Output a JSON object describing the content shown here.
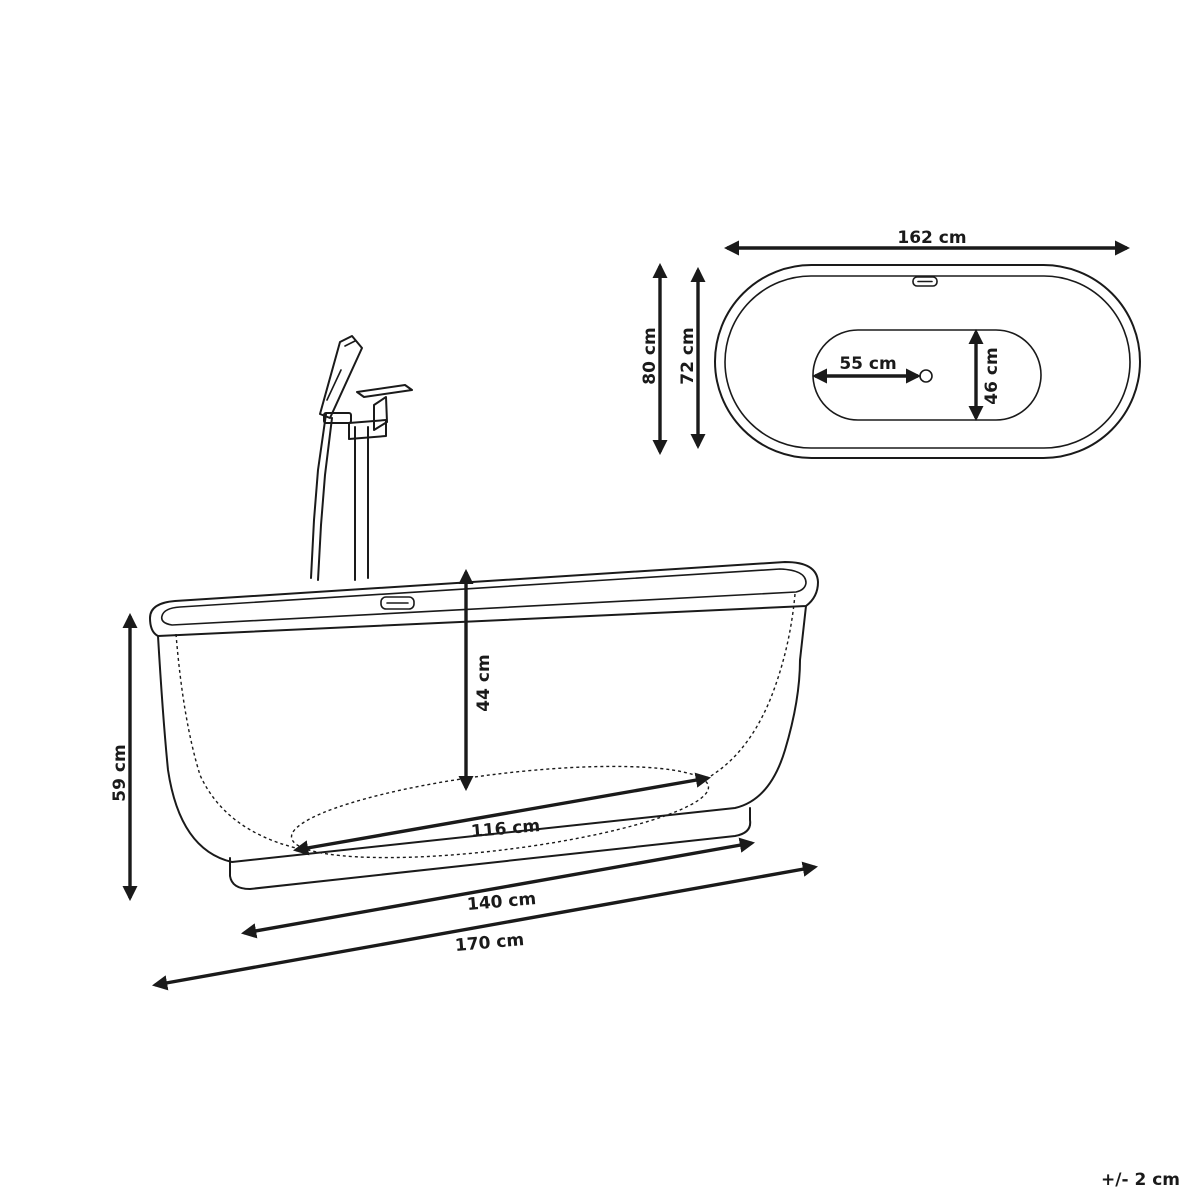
{
  "top_view": {
    "length_label": "162 cm",
    "outer_width_label": "80 cm",
    "inner_width_label": "72 cm",
    "bottom_length_label": "55 cm",
    "bottom_width_label": "46 cm"
  },
  "side_view": {
    "inner_depth_label": "44 cm",
    "total_height_label": "59 cm",
    "bottom_length_label": "116 cm",
    "base_length_label": "140 cm",
    "total_length_label": "170 cm"
  },
  "tolerance_label": "+/- 2 cm"
}
